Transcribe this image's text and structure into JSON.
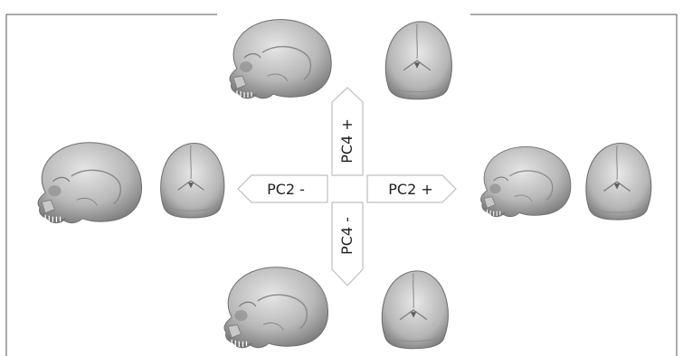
{
  "arrows": {
    "left_label": "PC2 -",
    "right_label": "PC2 +",
    "up_label": "PC4 +",
    "down_label": "PC4 -"
  },
  "figures": [
    {
      "group": "PC4 +",
      "views": [
        "skull-lateral",
        "skull-posterior"
      ]
    },
    {
      "group": "PC2 -",
      "views": [
        "skull-lateral",
        "skull-posterior"
      ]
    },
    {
      "group": "PC2 +",
      "views": [
        "skull-lateral",
        "skull-posterior"
      ]
    },
    {
      "group": "PC4 -",
      "views": [
        "skull-lateral",
        "skull-posterior"
      ]
    }
  ],
  "colors": {
    "skull_light": "#d9d9d9",
    "skull_mid": "#a9a9a9",
    "skull_dark": "#6f6f6f",
    "arrow_stroke": "#bfbfbf",
    "frame_stroke": "#555555"
  }
}
